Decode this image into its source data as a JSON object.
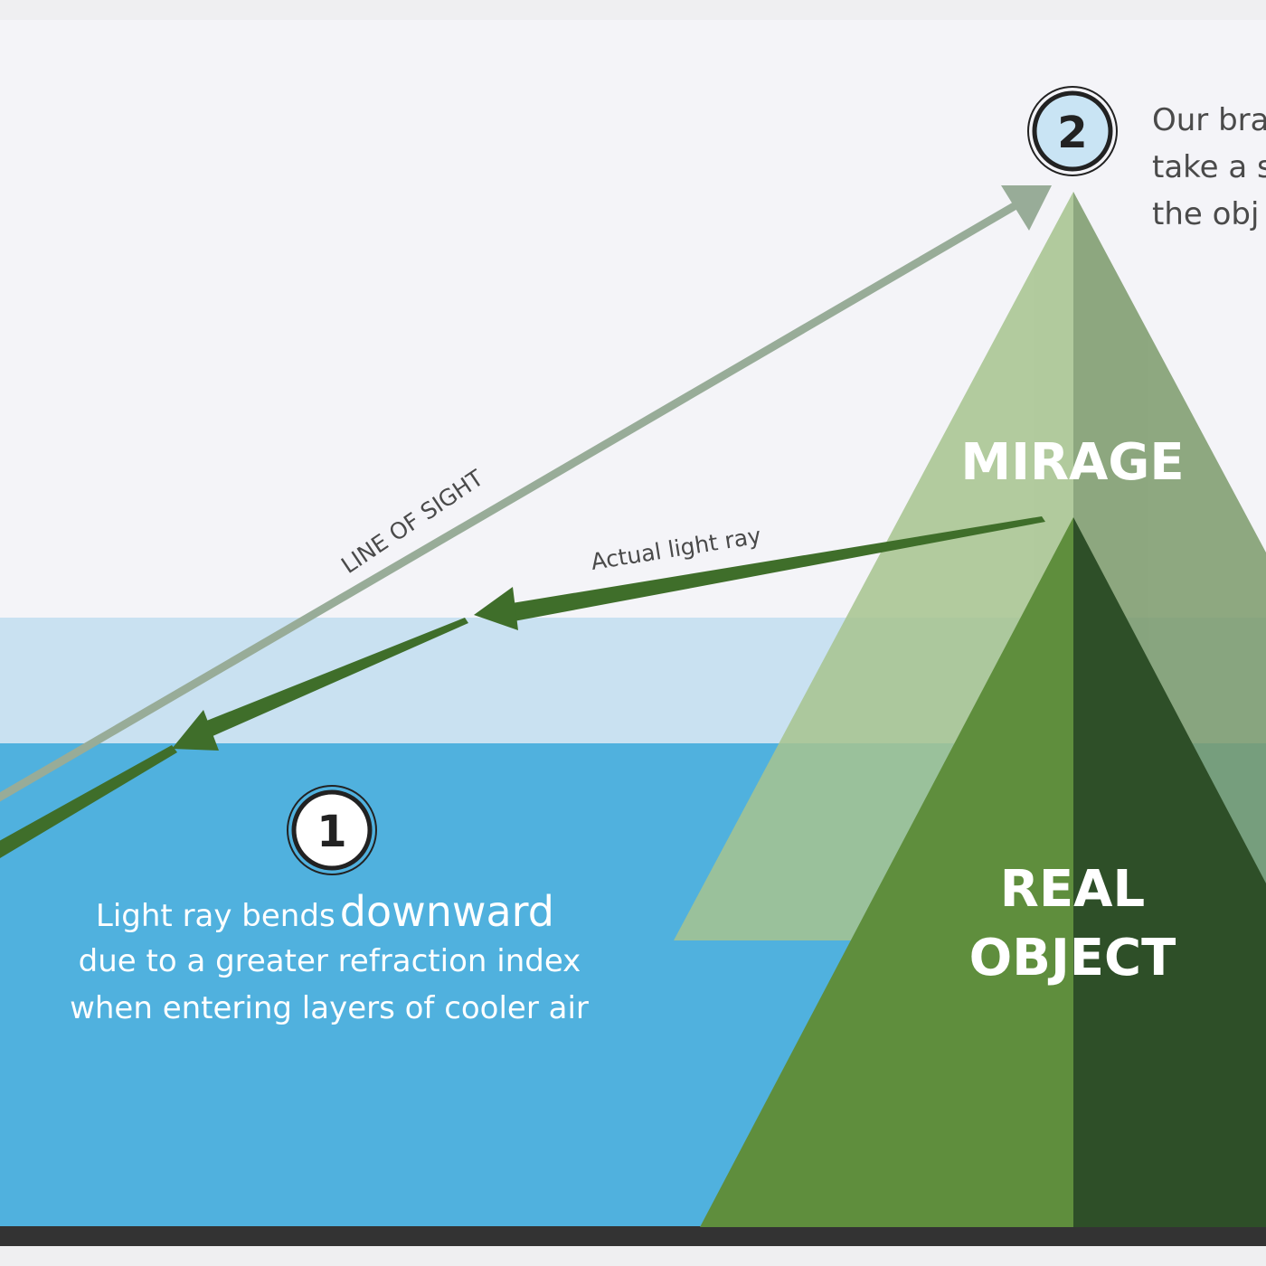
{
  "labels": {
    "mirage": "MIRAGE",
    "real_object_line1": "REAL",
    "real_object_line2": "OBJECT",
    "line_of_sight": "LINE OF SIGHT",
    "actual_light_ray": "Actual light ray"
  },
  "step1": {
    "number": "1",
    "text_line1_start": "Light ray bends",
    "text_line1_emphasis": "downward",
    "text_line2": "due to a greater refraction index",
    "text_line3": "when entering layers of cooler air"
  },
  "step2": {
    "number": "2",
    "text_line1": "Our bra",
    "text_line2": "take a s",
    "text_line3": "the obj"
  },
  "colors": {
    "sky": "#f4f4f8",
    "warm_air_layer": "#c9e1f1",
    "cool_air_layer": "#50b1de",
    "ground": "#333333",
    "real_object_light": "#5f8e3d",
    "real_object_dark": "#2e4f28",
    "mirage_light": "#a7c48f",
    "mirage_dark": "#7d9b6c",
    "line_of_sight": "#98ac98",
    "actual_ray": "#3f6e2a",
    "badge2_fill": "#c9e4f4"
  }
}
